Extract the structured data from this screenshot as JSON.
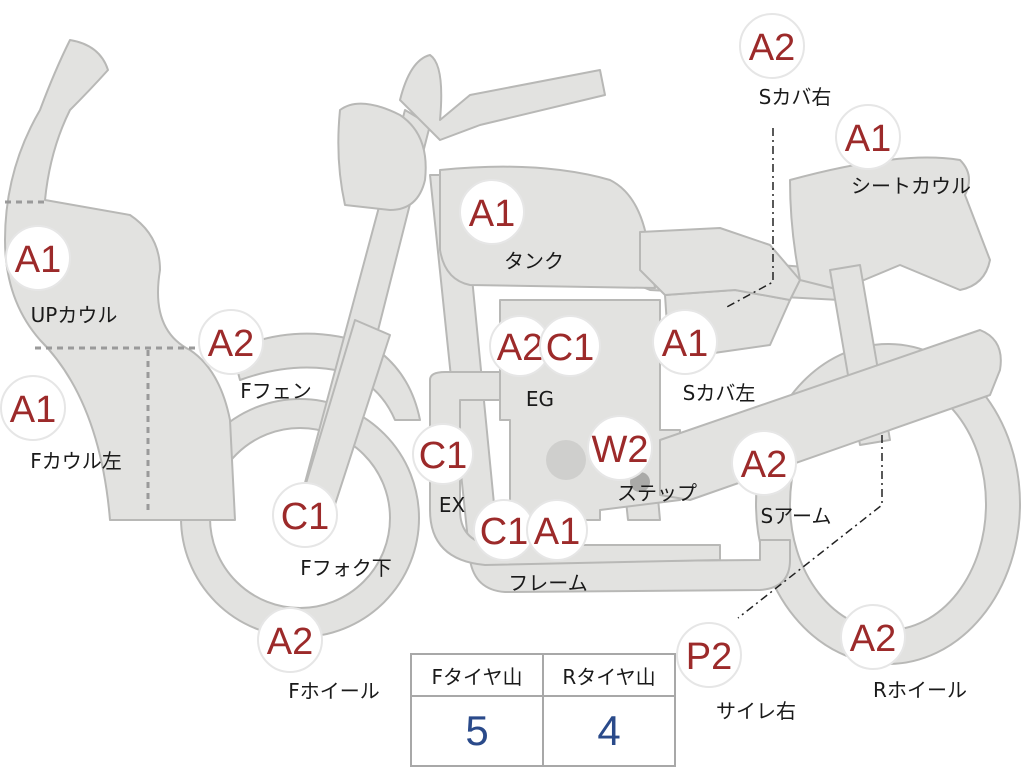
{
  "parts": [
    {
      "id": "up-cowl",
      "grade": "A1",
      "label": "UPカウル"
    },
    {
      "id": "f-cowl-left",
      "grade": "A1",
      "label": "Fカウル左"
    },
    {
      "id": "f-fender",
      "grade": "A2",
      "label": "Fフェン"
    },
    {
      "id": "f-fork-lower",
      "grade": "C1",
      "label": "Fフォク下"
    },
    {
      "id": "f-wheel",
      "grade": "A2",
      "label": "Fホイール"
    },
    {
      "id": "tank",
      "grade": "A1",
      "label": "タンク"
    },
    {
      "id": "engine",
      "grades": [
        "A2",
        "C1"
      ],
      "label": "EG"
    },
    {
      "id": "exhaust",
      "grade": "C1",
      "label": "EX"
    },
    {
      "id": "frame",
      "grades": [
        "C1",
        "A1"
      ],
      "label": "フレーム"
    },
    {
      "id": "step",
      "grade": "W2",
      "label": "ステップ"
    },
    {
      "id": "side-cover-left",
      "grade": "A1",
      "label": "Sカバ左"
    },
    {
      "id": "side-cover-right",
      "grade": "A2",
      "label": "Sカバ右"
    },
    {
      "id": "seat-cowl",
      "grade": "A1",
      "label": "シートカウル"
    },
    {
      "id": "swing-arm",
      "grade": "A2",
      "label": "Sアーム"
    },
    {
      "id": "r-wheel",
      "grade": "A2",
      "label": "Rホイール"
    },
    {
      "id": "silencer-right",
      "grade": "P2",
      "label": "サイレ右"
    }
  ],
  "tread_table": {
    "headers": [
      "Fタイヤ山",
      "Rタイヤ山"
    ],
    "values": [
      "5",
      "4"
    ]
  },
  "colors": {
    "grade_text": "#9c2a2a",
    "tread_value": "#2a4a8a",
    "body_fill": "#e2e2e0"
  }
}
